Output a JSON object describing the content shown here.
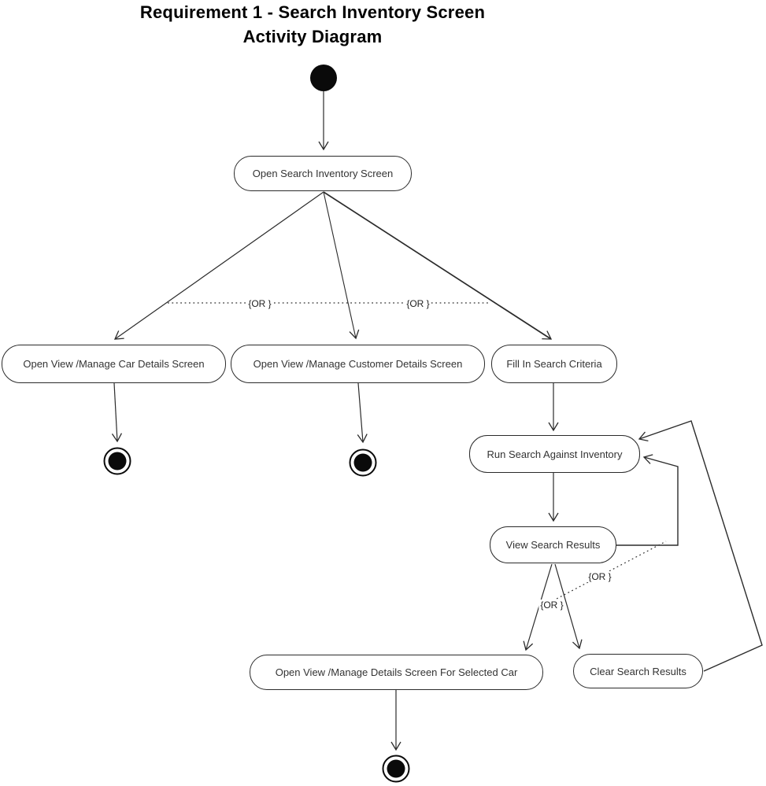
{
  "title": {
    "line1": "Requirement 1 - Search Inventory Screen",
    "line2": "Activity Diagram"
  },
  "or_label": "{OR }",
  "nodes": {
    "open_search": "Open Search Inventory Screen",
    "car_details": "Open View /Manage Car Details Screen",
    "customer_details": "Open View /Manage Customer Details Screen",
    "fill_criteria": "Fill In Search Criteria",
    "run_search": "Run Search Against Inventory",
    "view_results": "View Search Results",
    "open_details_selected": "Open View /Manage Details Screen For Selected Car",
    "clear_results": "Clear Search Results"
  },
  "colors": {
    "line": "#2b2b2b",
    "node_border": "#2b2b2b",
    "node_fill": "#ffffff",
    "text": "#333333",
    "title_text": "#000000"
  }
}
